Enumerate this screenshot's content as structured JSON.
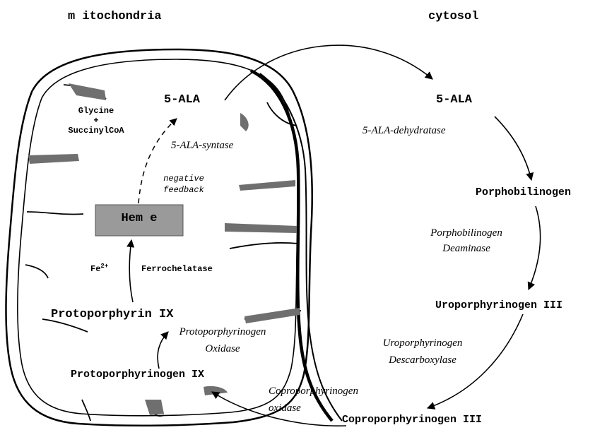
{
  "compartments": {
    "mitochondria": "m itochondria",
    "cytosol": "cytosol"
  },
  "substrates": {
    "glycine": "Glycine",
    "plus": "+",
    "succinyl_coa": "SuccinylCoA"
  },
  "metabolites": {
    "ala_mito": "5-ALA",
    "ala_cyto": "5-ALA",
    "porphobilinogen": "Porphobilinogen",
    "uroporphyrinogen": "Uroporphyrinogen III",
    "coproporphyrinogen": "Coproporphyrinogen III",
    "protoporphyrinogen": "Protoporphyrinogen IX",
    "protoporphyrin": "Protoporphyrin IX",
    "heme": "Hem e"
  },
  "enzymes": {
    "ala_synthase": "5-ALA-syntase",
    "ala_dehydratase": "5-ALA-dehydratase",
    "pbg_deaminase_1": "Porphobilinogen",
    "pbg_deaminase_2": "Deaminase",
    "uro_decarboxylase_1": "Uroporphyrinogen",
    "uro_decarboxylase_2": "Descarboxylase",
    "copro_oxidase_1": "Coproporphyrinogen",
    "copro_oxidase_2": "oxidase",
    "proto_oxidase_1": "Protoporphyrinogen",
    "proto_oxidase_2": "Oxidase",
    "ferrochelatase": "Ferrochelatase"
  },
  "cofactor": {
    "iron": "Fe",
    "iron_charge": "2+"
  },
  "regulation": {
    "line1": "negative",
    "line2": "feedback"
  },
  "colors": {
    "ink": "#000000",
    "heme_box": "#9a9a9a",
    "membrane_shadow": "#6f6f6f"
  }
}
